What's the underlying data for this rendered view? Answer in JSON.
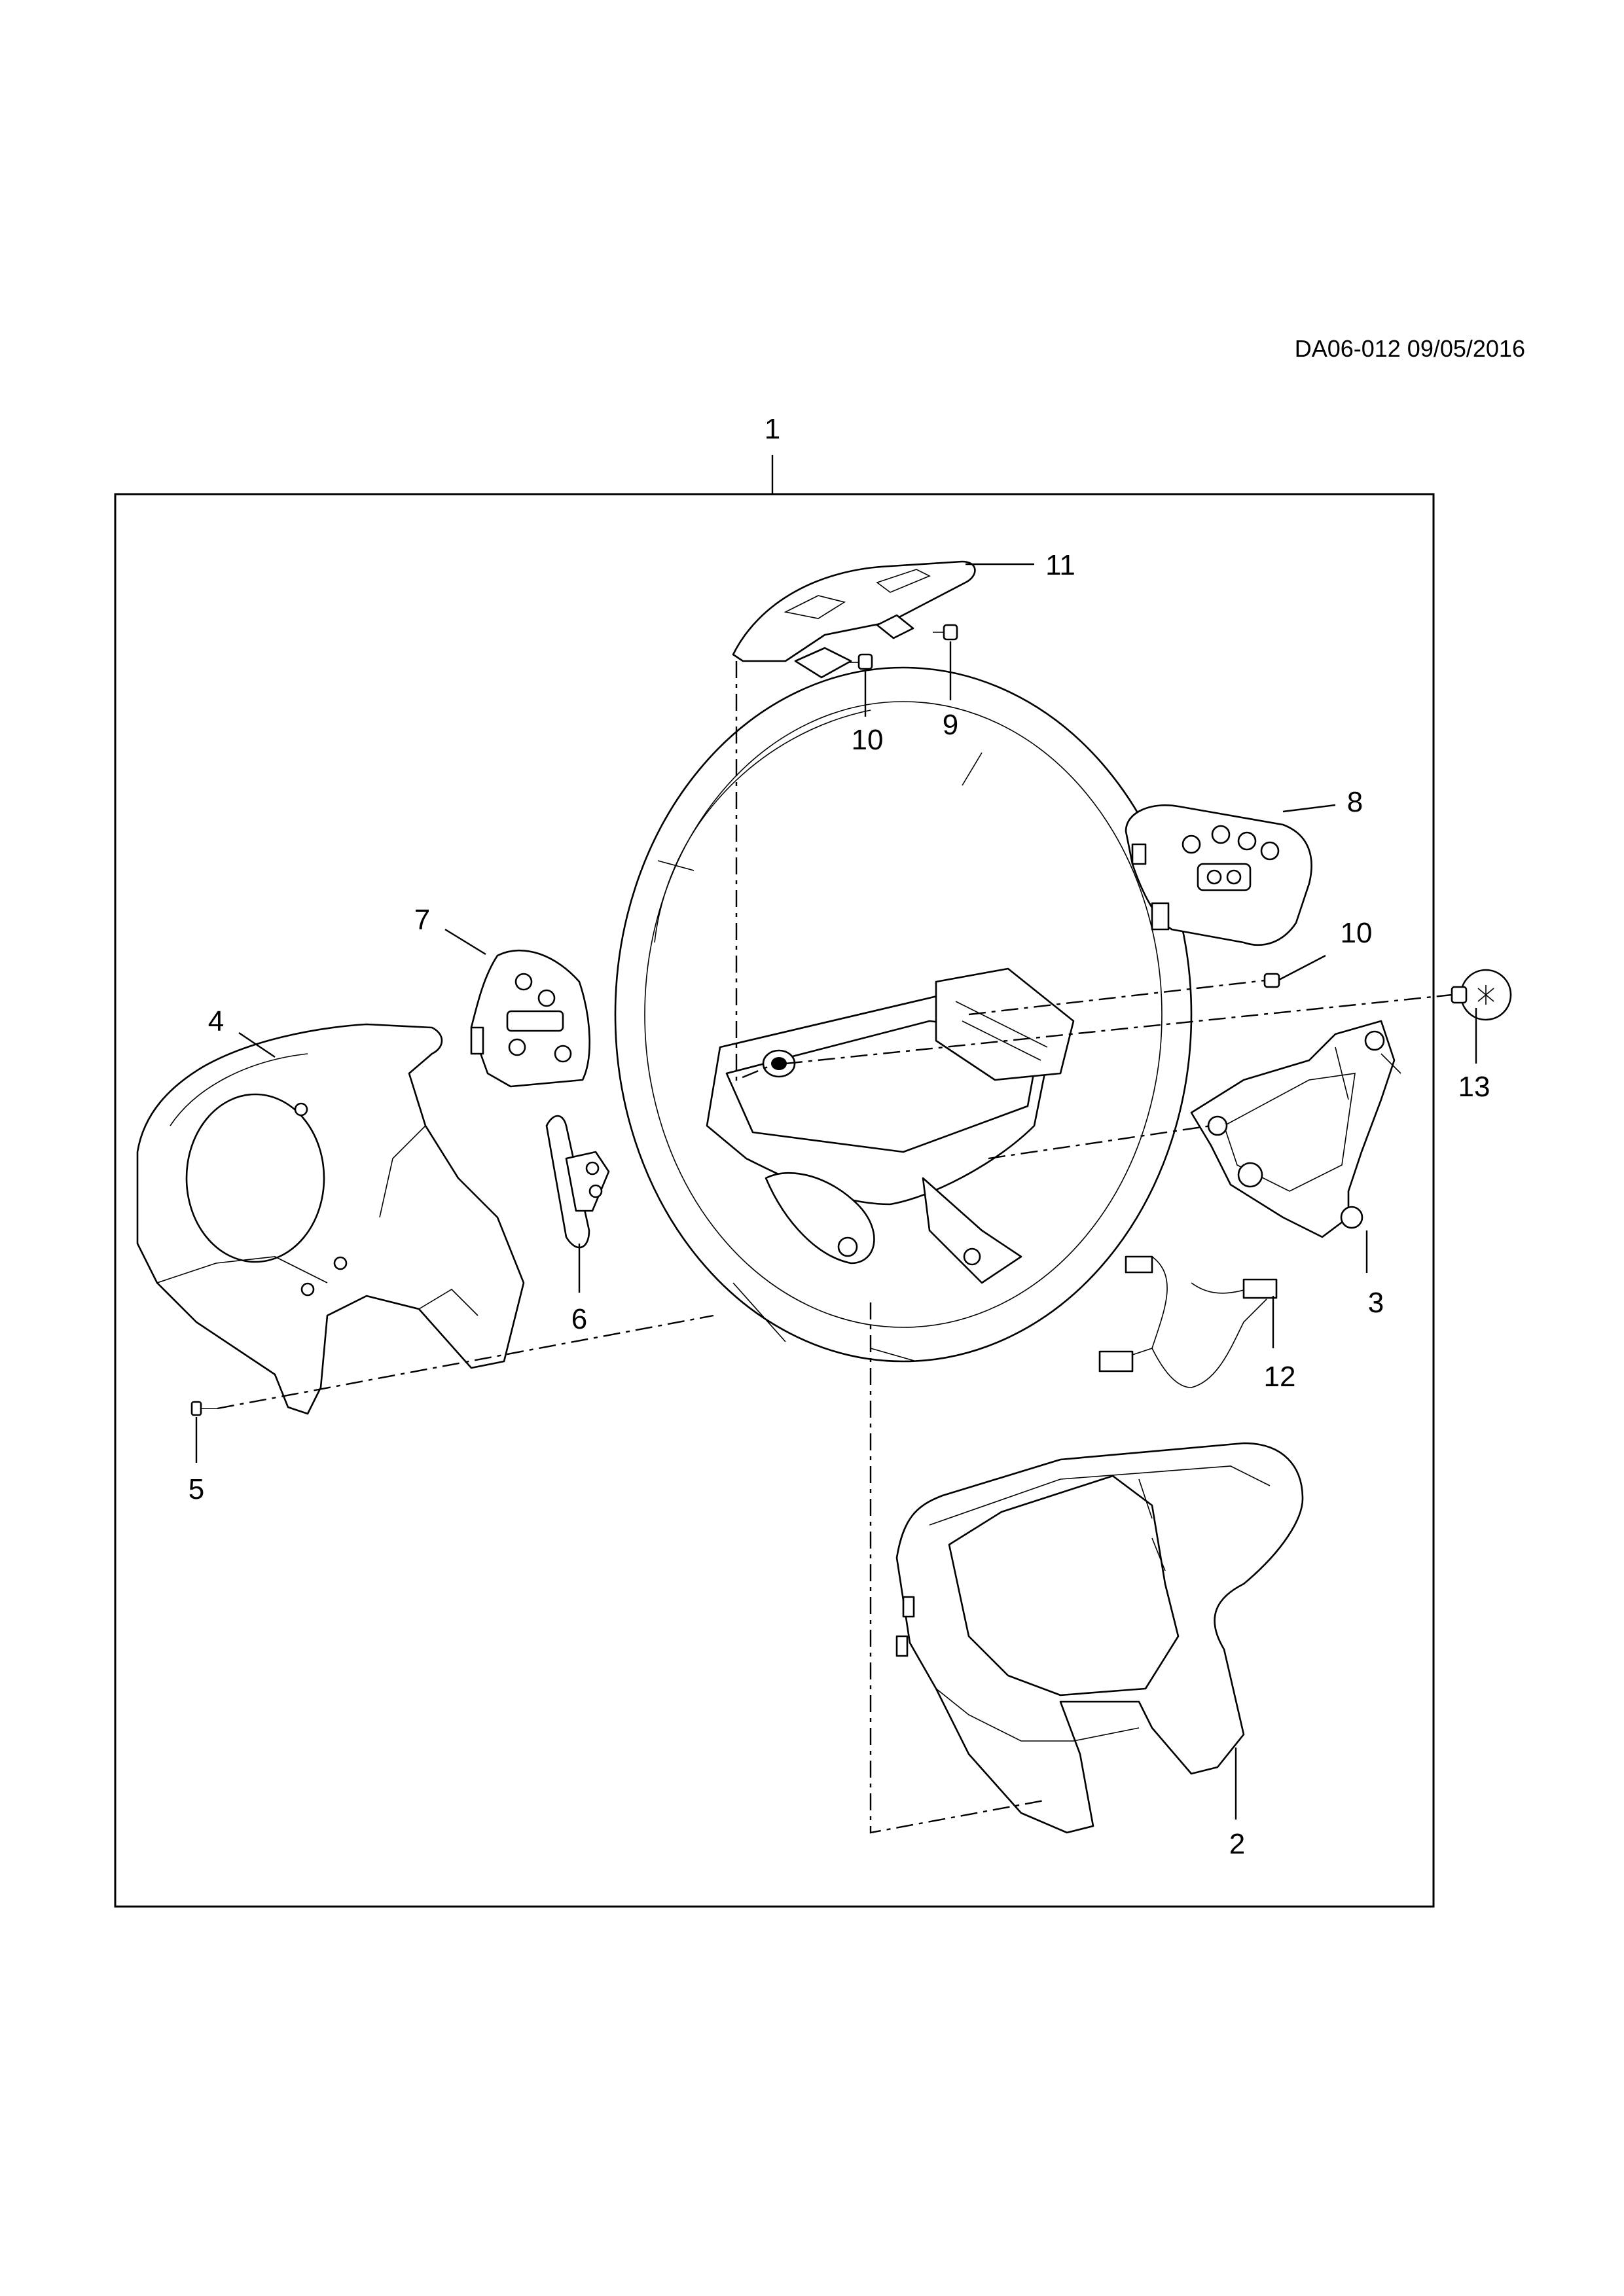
{
  "reference": "DA06-012 09/05/2016",
  "callouts": {
    "c1": "1",
    "c2": "2",
    "c3": "3",
    "c4": "4",
    "c5": "5",
    "c6": "6",
    "c7": "7",
    "c8": "8",
    "c9": "9",
    "c10a": "10",
    "c10b": "10",
    "c11": "11",
    "c12": "12",
    "c13": "13"
  }
}
